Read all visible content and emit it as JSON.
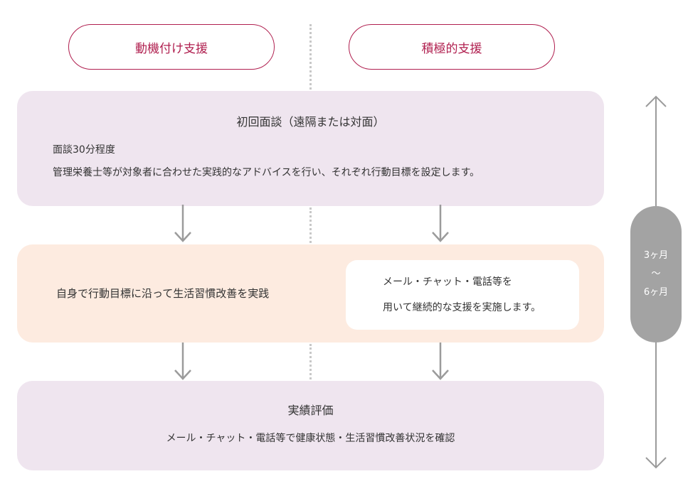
{
  "headers": {
    "left_label": "動機付け支援",
    "right_label": "積極的支援"
  },
  "step1": {
    "title": "初回面談（遠隔または対面）",
    "line1": "面談30分程度",
    "line2": "管理栄養士等が対象者に合わせた実践的なアドバイスを行い、それぞれ行動目標を設定します。"
  },
  "step2": {
    "left_text": "自身で行動目標に沿って生活習慣改善を実践",
    "right_line1": "メール・チャット・電話等を",
    "right_line2": "用いて継続的な支援を実施します。"
  },
  "step3": {
    "title": "実績評価",
    "text": "メール・チャット・電話等で健康状態・生活習慣改善状況を確認"
  },
  "duration": {
    "start": "3ヶ月",
    "separator": "〜",
    "end": "6ヶ月"
  },
  "colors": {
    "accent": "#b01f4f",
    "lavender": "#efe5ef",
    "peach": "#fdebe0",
    "gray_pill": "#a3a3a3",
    "arrow": "#9b9b9b"
  }
}
